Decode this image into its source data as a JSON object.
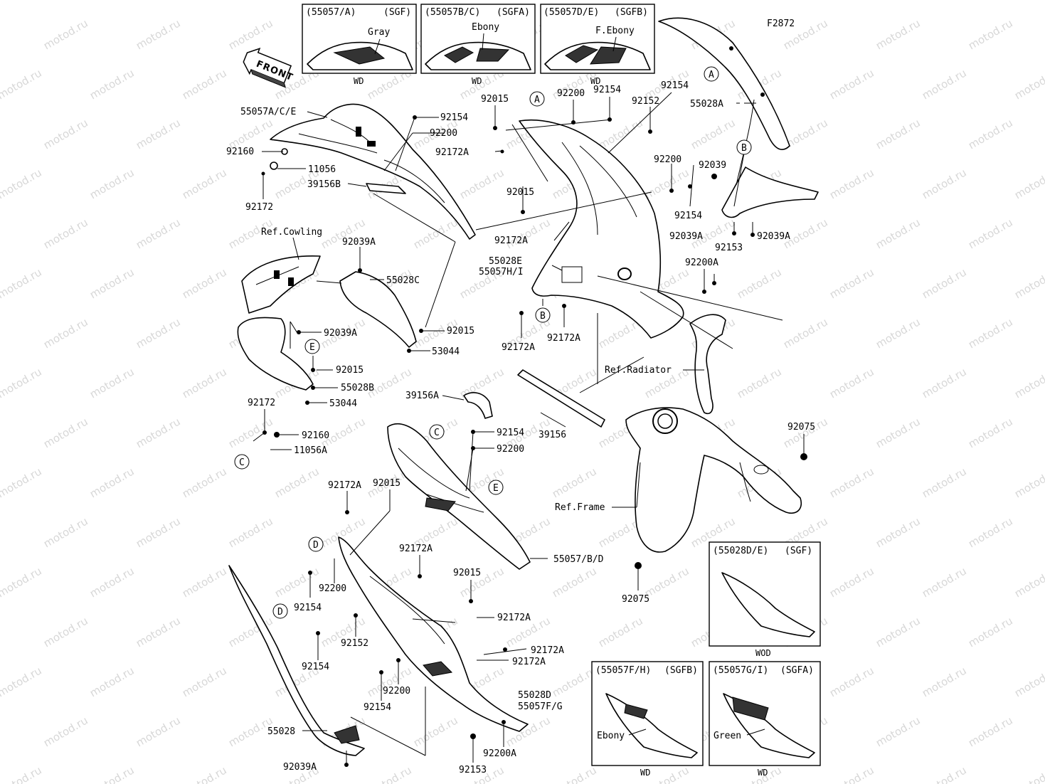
{
  "figure_code": "F2872",
  "watermark": "motod.ru",
  "front_arrow": "FRONT",
  "insets_top": [
    {
      "code": "(55057/A)",
      "trim": "(SGF)",
      "color": "Gray",
      "note": "WD"
    },
    {
      "code": "(55057B/C)",
      "trim": "(SGFA)",
      "color": "Ebony",
      "note": "WD"
    },
    {
      "code": "(55057D/E)",
      "trim": "(SGFB)",
      "color": "F.Ebony",
      "note": "WD"
    }
  ],
  "insets_bottom": [
    {
      "code": "(55028D/E)",
      "trim": "(SGF)",
      "color": "",
      "note": "WOD"
    },
    {
      "code": "(55057F/H)",
      "trim": "(SGFB)",
      "color": "Ebony",
      "note": "WD"
    },
    {
      "code": "(55057G/I)",
      "trim": "(SGFA)",
      "color": "Green",
      "note": "WD"
    }
  ],
  "callouts": [
    "A",
    "A",
    "B",
    "B",
    "C",
    "C",
    "D",
    "D",
    "E",
    "E"
  ],
  "labels": {
    "p55057ACE": "55057A/C/E",
    "p92154_a": "92154",
    "p92200_a": "92200",
    "p92160_a": "92160",
    "p11056": "11056",
    "p39156B": "39156B",
    "p92172_a": "92172",
    "p92015_a": "92015",
    "p92172A_a": "92172A",
    "p92200_b": "92200",
    "p92154_b": "92154",
    "p92152_a": "92152",
    "p92154_c": "92154",
    "p55028A": "55028A",
    "p92200_c": "92200",
    "p92039": "92039",
    "p92015_b": "92015",
    "p92154_d": "92154",
    "p92039A_a": "92039A",
    "p92039A_b": "92039A",
    "p92153_a": "92153",
    "p92172A_b": "92172A",
    "p55028E": "55028E",
    "p55057HI": "55057H/I",
    "p92200A_a": "92200A",
    "p92172A_c": "92172A",
    "p92172A_d": "92172A",
    "refCowling": "Ref.Cowling",
    "p92039A_c": "92039A",
    "p55028C": "55028C",
    "p92015_c": "92015",
    "p53044_a": "53044",
    "p92039A_d": "92039A",
    "p92015_d": "92015",
    "p55028B": "55028B",
    "p53044_b": "53044",
    "refRadiator": "Ref.Radiator",
    "p39156A": "39156A",
    "p39156": "39156",
    "p92172_b": "92172",
    "p92160_b": "92160",
    "p11056A": "11056A",
    "p92154_e": "92154",
    "p92200_d": "92200",
    "p92075_a": "92075",
    "refFrame": "Ref.Frame",
    "p92172A_e": "92172A",
    "p92015_e": "92015",
    "p92172A_f": "92172A",
    "p92200_e": "92200",
    "p92154_f": "92154",
    "p55057BD": "55057/B/D",
    "p92015_f": "92015",
    "p92172A_g": "92172A",
    "p92152_b": "92152",
    "p92154_g": "92154",
    "p92172A_h": "92172A",
    "p92172A_i": "92172A",
    "p92200_f": "92200",
    "p92154_h": "92154",
    "p55028D": "55028D",
    "p55057FG": "55057F/G",
    "p55028": "55028",
    "p92200A_b": "92200A",
    "p92039A_e": "92039A",
    "p92153_b": "92153",
    "p92075_b": "92075"
  }
}
